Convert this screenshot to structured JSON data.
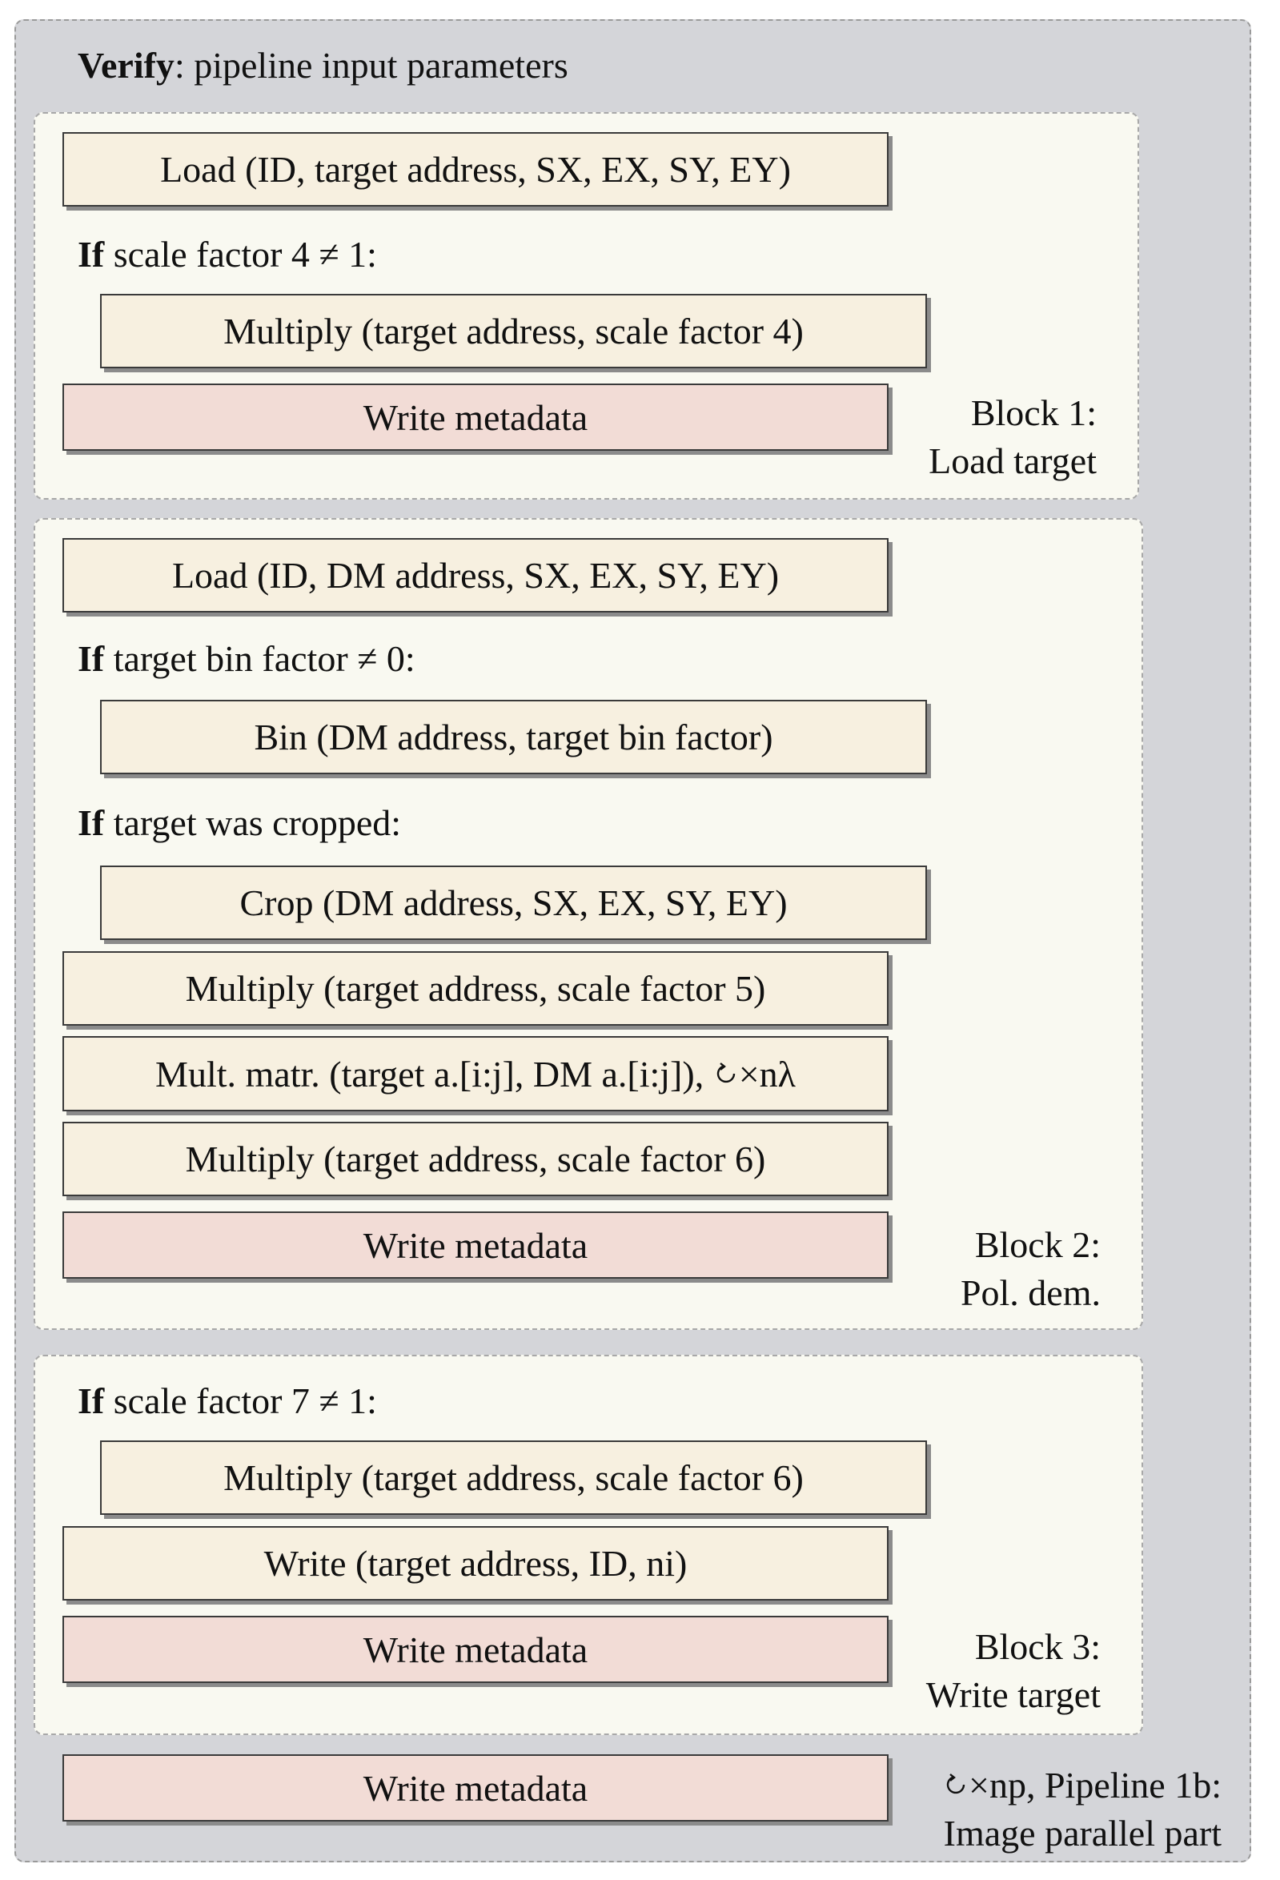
{
  "header": {
    "keyword": "Verify",
    "text": ":  pipeline input parameters"
  },
  "block1": {
    "load": "Load (ID, target address, SX, EX, SY, EY)",
    "if_keyword": "If",
    "if_text": "scale factor 4 ≠ 1:",
    "multiply": "Multiply (target address, scale factor 4)",
    "write_meta": "Write metadata",
    "label_line1": "Block 1:",
    "label_line2": "Load target"
  },
  "block2": {
    "load": "Load (ID, DM address, SX, EX, SY, EY)",
    "if1_keyword": "If",
    "if1_text": "target bin factor ≠ 0:",
    "bin": "Bin (DM address, target bin factor)",
    "if2_keyword": "If",
    "if2_text": "target was cropped:",
    "crop": "Crop (DM address, SX, EX, SY, EY)",
    "multiply5": "Multiply (target address, scale factor 5)",
    "mult_matr_text": "Mult.  matr.  (target a.[i:j], DM a.[i:j]),",
    "mult_matr_icon": "loop-icon",
    "mult_matr_suffix": "×nλ",
    "multiply6": "Multiply (target address, scale factor 6)",
    "write_meta": "Write metadata",
    "label_line1": "Block 2:",
    "label_line2": "Pol. dem."
  },
  "block3": {
    "if_keyword": "If",
    "if_text": "scale factor 7 ≠ 1:",
    "multiply": "Multiply (target address, scale factor 6)",
    "write": "Write (target address, ID, ni)",
    "write_meta": "Write metadata",
    "label_line1": "Block 3:",
    "label_line2": "Write target"
  },
  "footer": {
    "write_meta": "Write metadata",
    "label_icon": "loop-icon",
    "label_line1": "×np, Pipeline 1b:",
    "label_line2": "Image parallel part"
  },
  "colors": {
    "outer_bg": "#d4d5d9",
    "block_bg": "#f9f9f1",
    "op_box": "#f7f0e0",
    "meta_box": "#f2dcd6"
  }
}
